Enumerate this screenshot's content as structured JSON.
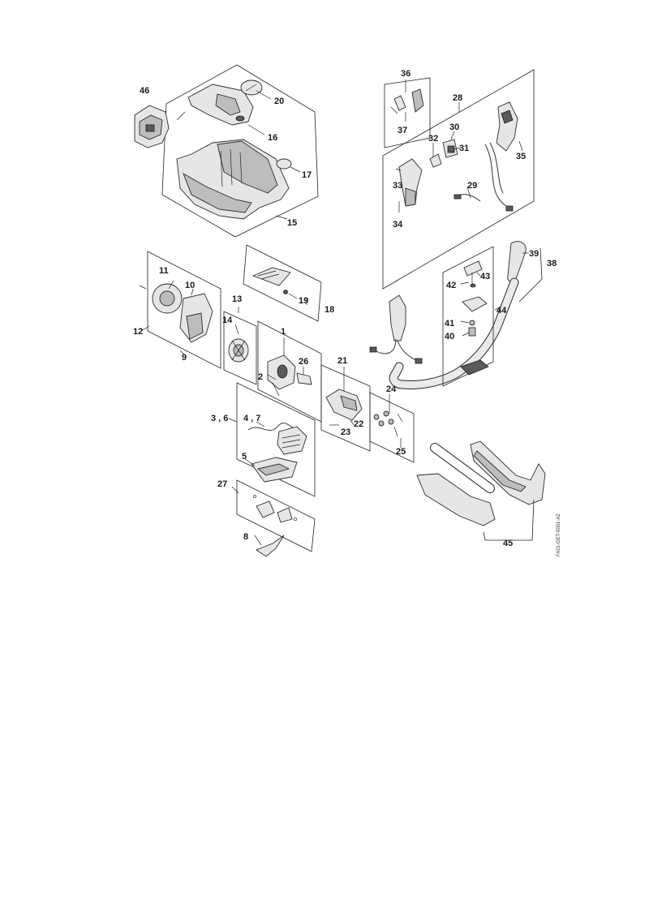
{
  "drawing_code": "FA01-GET-0001-A2",
  "callouts": [
    "1",
    "2",
    "3 , 6",
    "4 , 7",
    "5",
    "8",
    "9",
    "10",
    "11",
    "12",
    "13",
    "14",
    "15",
    "16",
    "17",
    "18",
    "19",
    "20",
    "21",
    "22",
    "23",
    "24",
    "25",
    "26",
    "27",
    "28",
    "29",
    "30",
    "31",
    "32",
    "33",
    "34",
    "35",
    "36",
    "37",
    "38",
    "39",
    "40",
    "41",
    "42",
    "43",
    "44",
    "45",
    "46"
  ]
}
